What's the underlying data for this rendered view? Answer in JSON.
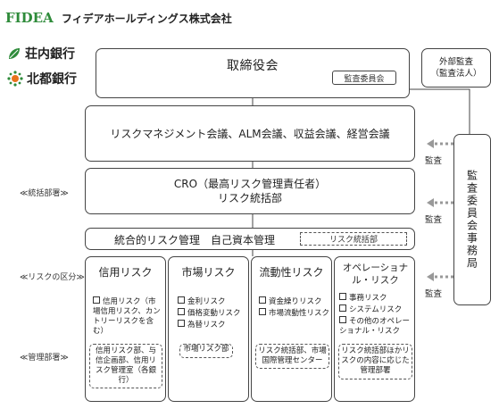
{
  "header": {
    "company": "フィデアホールディングス株式会社",
    "logo_text": "FIDEA",
    "bank1": "荘内銀行",
    "bank2": "北都銀行"
  },
  "board": {
    "title": "取締役会",
    "audit_committee": "監査委員会"
  },
  "external_audit": {
    "line1": "外部監査",
    "line2": "（監査法人）"
  },
  "meetings": {
    "text": "リスクマネジメント会議、ALM会議、収益会議、経営会議"
  },
  "cro": {
    "line1": "CRO（最高リスク管理責任者）",
    "line2": "リスク統括部"
  },
  "integrated": {
    "text": "統合的リスク管理　自己資本管理",
    "dept": "リスク統括部"
  },
  "audit_office": {
    "text": "監査委員会事務局",
    "audit_labels": [
      "監査",
      "監査",
      "監査"
    ]
  },
  "side_labels": {
    "control_dept": "≪統括部署≫",
    "risk_category": "≪リスクの区分≫",
    "management_dept": "≪管理部署≫"
  },
  "risk_categories": [
    {
      "title": "信用リスク",
      "items": [
        "信用リスク（市場信用リスク、カントリーリスクを含む）"
      ],
      "dept": "信用リスク部、与信企画部、信用リスク管理室（各銀行）"
    },
    {
      "title": "市場リスク",
      "items": [
        "金利リスク",
        "価格変動リスク",
        "為替リスク"
      ],
      "dept": "市場リスク部"
    },
    {
      "title": "流動性リスク",
      "items": [
        "資金繰りリスク",
        "市場流動性リスク"
      ],
      "dept": "リスク統括部、市場国際管理センター"
    },
    {
      "title": "オペレーショナル・リスク",
      "items": [
        "事務リスク",
        "システムリスク",
        "その他のオペレーショナル・リスク"
      ],
      "dept": "リスク統括部ほかリスクの内容に応じた管理部署"
    }
  ],
  "colors": {
    "logo_green": "#2e8b3a",
    "logo_orange": "#e8731c",
    "line": "#444444",
    "arrow": "#999999"
  }
}
